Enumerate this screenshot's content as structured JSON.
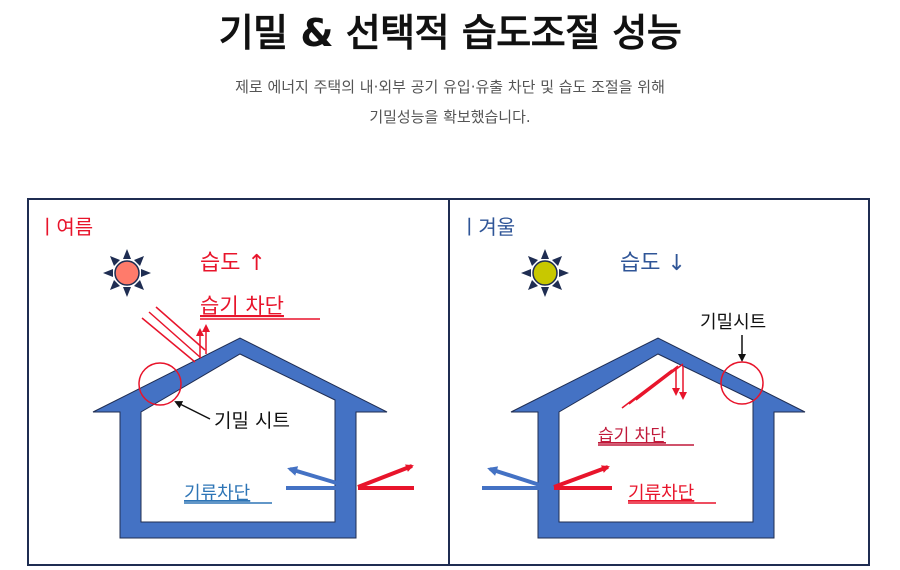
{
  "title": "기밀 & 선택적 습도조절 성능",
  "subtitle_line1": "제로 에너지 주택의 내·외부 공기 유입·유출 차단 및 습도 조절을 위해",
  "subtitle_line2": "기밀성능을 확보했습니다.",
  "summer": {
    "season_label": "ㅣ여름",
    "humidity_label": "습도 ↑",
    "moisture_block_label": "습기 차단",
    "airtight_sheet_label": "기밀 시트",
    "airflow_block_label": "기류차단"
  },
  "winter": {
    "season_label": "ㅣ겨울",
    "humidity_label": "습도 ↓",
    "airtight_sheet_label": "기밀시트",
    "moisture_block_label": "습기 차단",
    "airflow_block_label": "기류차단"
  },
  "colors": {
    "border": "#1f2d52",
    "house_wall": "#4472c4",
    "red_text": "#e8142b",
    "dark_red_text": "#c0193a",
    "blue_text": "#2f5597",
    "airflow_blue": "#2e75b6",
    "sun_summer": "#ff7b6b",
    "sun_winter": "#c8c800"
  }
}
